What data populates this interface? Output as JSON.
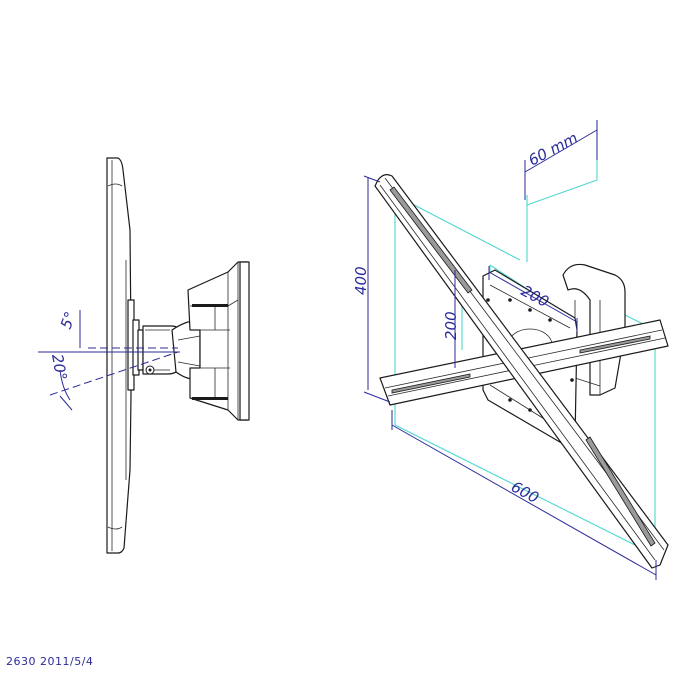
{
  "drawing": {
    "title": "TV wall mount technical drawing",
    "footer": "2630  2011/5/4",
    "colors": {
      "line": "#1a1a1a",
      "dimension": "#2b2b9a",
      "construction": "#4fd6cf",
      "background": "#ffffff"
    },
    "side_view": {
      "tilt_up_label": "5°",
      "tilt_down_label": "20°"
    },
    "perspective_view": {
      "depth_label": "60 mm",
      "height_max_label": "400",
      "height_min_label": "200",
      "width_min_label": "200",
      "width_max_label": "600"
    }
  }
}
